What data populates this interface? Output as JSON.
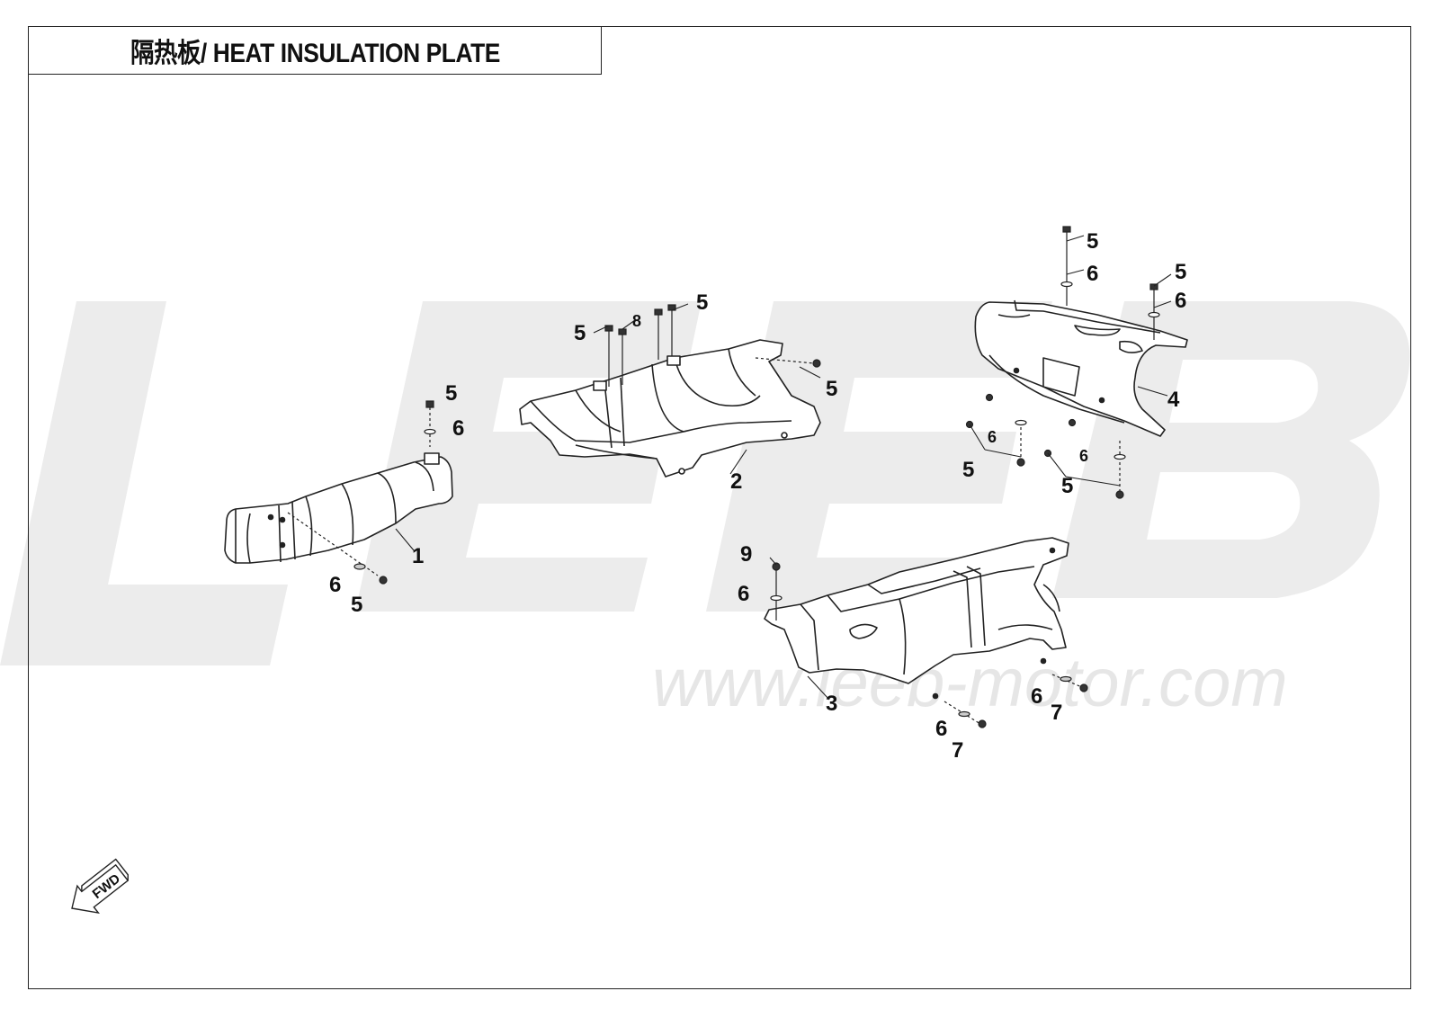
{
  "title": "隔热板/ HEAT INSULATION PLATE",
  "watermark": {
    "logo_text": "LEEB",
    "url_text": "www.leeb-motor.com",
    "color": "#e6e6e6"
  },
  "fwd_label": "FWD",
  "parts": [
    {
      "ref": "1",
      "name": "heat-insulation-plate-1"
    },
    {
      "ref": "2",
      "name": "heat-insulation-plate-2"
    },
    {
      "ref": "3",
      "name": "heat-insulation-plate-3"
    },
    {
      "ref": "4",
      "name": "heat-insulation-plate-4"
    }
  ],
  "callouts": {
    "p1_5a": "5",
    "p1_6a": "6",
    "p1_1": "1",
    "p1_6b": "6",
    "p1_5b": "5",
    "p2_5a": "5",
    "p2_8": "8",
    "p2_5b": "5",
    "p2_5c": "5",
    "p2_2": "2",
    "p4_5a": "5",
    "p4_6a": "6",
    "p4_5b": "5",
    "p4_6b": "6",
    "p4_4": "4",
    "p4_6c": "6",
    "p4_5c": "5",
    "p4_6d": "6",
    "p4_5d": "5",
    "p3_9": "9",
    "p3_6a": "6",
    "p3_3": "3",
    "p3_6b": "6",
    "p3_7a": "7",
    "p3_6c": "6",
    "p3_7b": "7"
  }
}
